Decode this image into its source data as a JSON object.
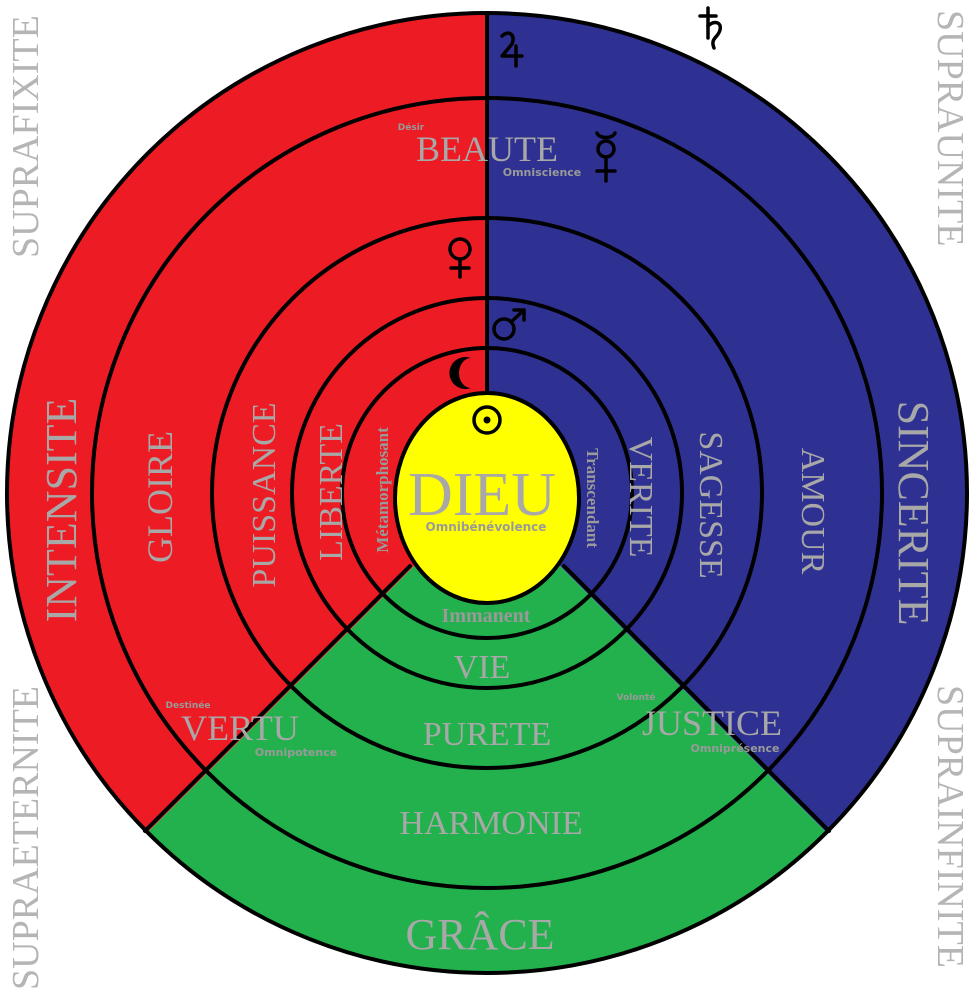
{
  "colors": {
    "red": "#ed1c24",
    "blue": "#2e3192",
    "green": "#22b14c",
    "yellow": "#ffff00",
    "outline": "#000000",
    "text": "#a8a8a8"
  },
  "corners": {
    "top_left": "SUPRAFIXITE",
    "top_right": "SUPRAUNITE",
    "bottom_left": "SUPRAETERNITE",
    "bottom_right": "SUPRAINFINITE"
  },
  "center": {
    "title": "DIEU",
    "subtitle": "Omnibénévolence"
  },
  "red_sector": {
    "ring5": "INTENSITE",
    "ring4": "GLOIRE",
    "ring3": "PUISSANCE",
    "ring2": "LIBERTE",
    "ring1": "Métamorphosant"
  },
  "blue_sector": {
    "ring5": "SINCERITE",
    "ring4": "AMOUR",
    "ring3": "SAGESSE",
    "ring2": "VERITE",
    "ring1": "Transcendant"
  },
  "green_sector": {
    "ring5": "GRÂCE",
    "ring4": "HARMONIE",
    "ring3": "PURETE",
    "ring2": "VIE",
    "ring1": "Immanent"
  },
  "boundaries": {
    "top": {
      "label": "BEAUTE",
      "left_note": "Désir",
      "right_note": "Omniscience"
    },
    "left": {
      "label": "VERTU",
      "left_note": "Destinée",
      "right_note": "Omnipotence"
    },
    "right": {
      "label": "JUSTICE",
      "left_note": "Volonté",
      "right_note": "Omniprésence"
    }
  },
  "symbols": [
    "jupiter-icon",
    "saturn-icon",
    "mercury-icon",
    "venus-icon",
    "mars-icon",
    "moon-icon",
    "sun-icon"
  ]
}
